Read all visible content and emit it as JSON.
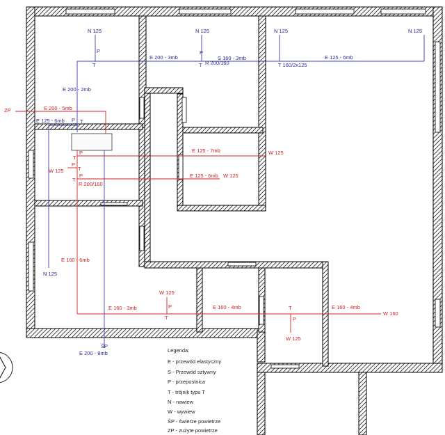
{
  "colors": {
    "supply": "#3b3bb0",
    "exhaust": "#d42020",
    "wall": "#000000"
  },
  "labels": {
    "n125_a": "N 125",
    "n125_b": "N 125",
    "n125_c": "N 125",
    "n125_d": "N 125",
    "n125_e": "N 125",
    "p_a": "P",
    "p_b": "P",
    "p_c": "P",
    "p_d": "P",
    "p_e": "P",
    "p_f": "P",
    "p_g": "P",
    "t_a": "T",
    "t_b": "T",
    "t_c": "T",
    "t_d": "T",
    "t_e": "T",
    "t_f": "T",
    "t_g": "T",
    "t_h": "T",
    "e200_3mb": "E 200 - 3mb",
    "r200_160_top": "R 200/160",
    "s160_3mb": "S 160 - 3mb",
    "t160_2x125": "T 160/2x125",
    "e125_6mb_top": "E 125 - 6mb",
    "e200_2mb": "E 200 - 2mb",
    "zp": "ZP",
    "e200_5mb": "E 200 - 5mb",
    "e125_6mb_left": "E 125 - 6mb",
    "e125_7mb": "E 125 - 7mb",
    "w125_right1": "W 125",
    "w125_left": "W 125",
    "e125_6mb_mid": "E 125 - 6mb",
    "w125_right2": "W 125",
    "r200_160_mid": "R 200/160",
    "e160_6mb": "E 160 - 6mb",
    "w125_bottom": "W 125",
    "e160_3mb": "E 160 - 3mb",
    "e160_4mb_a": "E 160 - 4mb",
    "e160_4mb_b": "E 160 - 4mb",
    "w160": "W 160",
    "w125_lower": "W 125",
    "sp": "ŚP",
    "e200_8mb": "E 200 - 8mb"
  },
  "legend": {
    "title": "Legenda:",
    "items": [
      "E - przewód elastyczny",
      "S - Przewód sztywny",
      "P - przepustnica",
      "T - trójnik typu T",
      "N - nawiew",
      "W - wywiew",
      "ŚP - świerze powietrze",
      "ZP - zużyte powietrze"
    ]
  }
}
